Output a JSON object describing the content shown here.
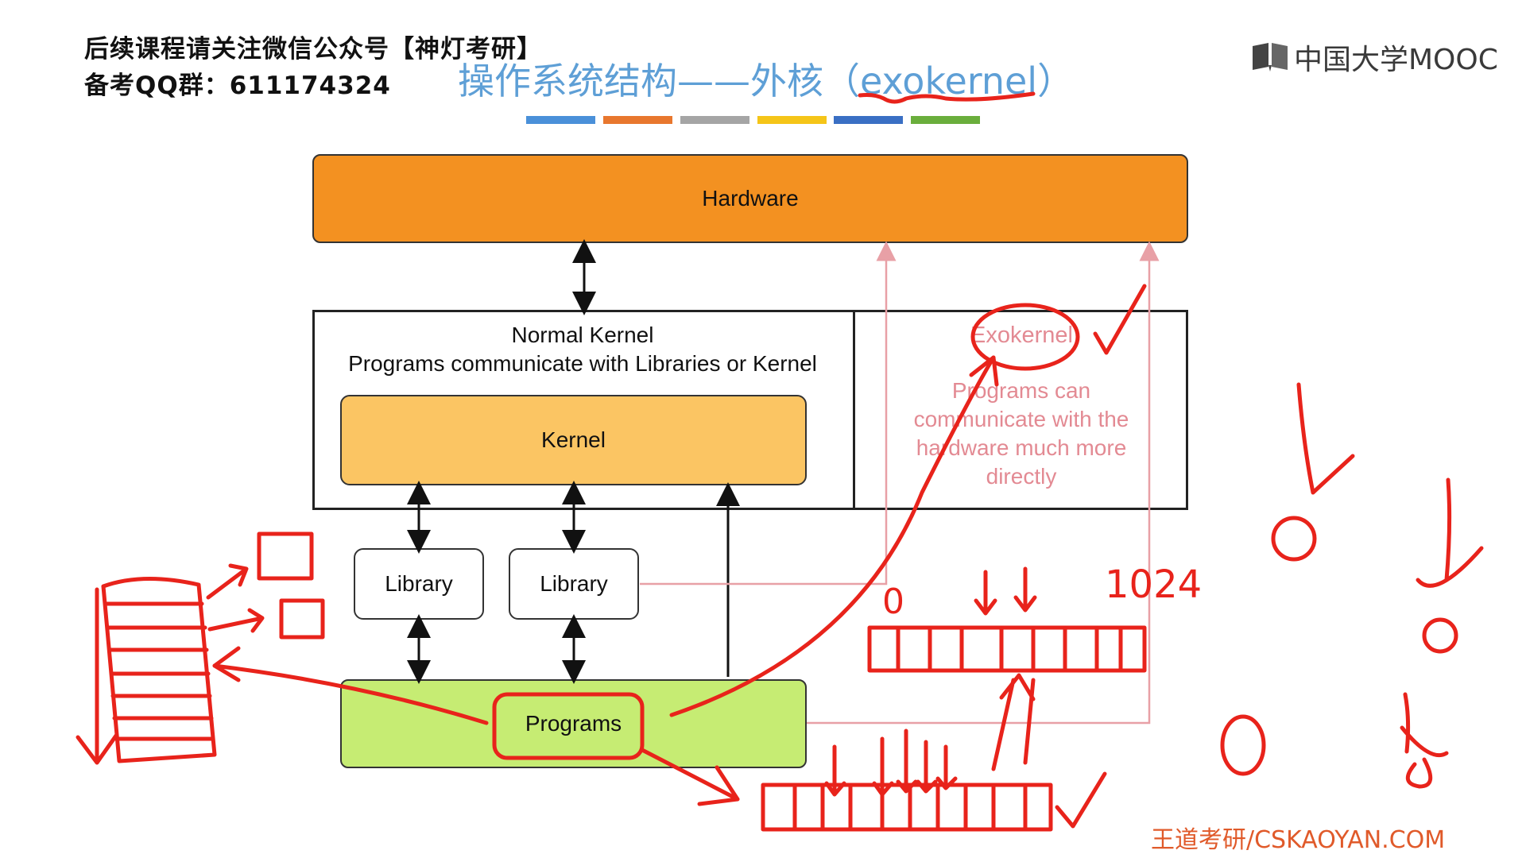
{
  "watermark": {
    "line1": "后续课程请关注微信公众号【神灯考研】",
    "line2": "备考QQ群：611174324"
  },
  "slide": {
    "title": "操作系统结构——外核（exokernel）",
    "accent_colors": [
      "#4a90d9",
      "#e8772e",
      "#a5a5a5",
      "#f5c518",
      "#3a6fc4",
      "#6aae3c"
    ]
  },
  "mooc_logo": {
    "text": "中国大学MOOC"
  },
  "diagram": {
    "hardware": "Hardware",
    "normal_kernel_title": "Normal Kernel",
    "normal_kernel_subtitle": "Programs communicate with Libraries or Kernel",
    "kernel": "Kernel",
    "exokernel": "Exokernel",
    "exokernel_desc_1": "Programs can",
    "exokernel_desc_2": "communicate with the",
    "exokernel_desc_3": "hardware much more",
    "exokernel_desc_4": "directly",
    "library_1": "Library",
    "library_2": "Library",
    "programs": "Programs"
  },
  "annotations": {
    "label_zero": "0",
    "label_1024": "1024",
    "ink_color": "#e8231b"
  },
  "footer": {
    "text": "王道考研/CSKAOYAN.COM"
  }
}
